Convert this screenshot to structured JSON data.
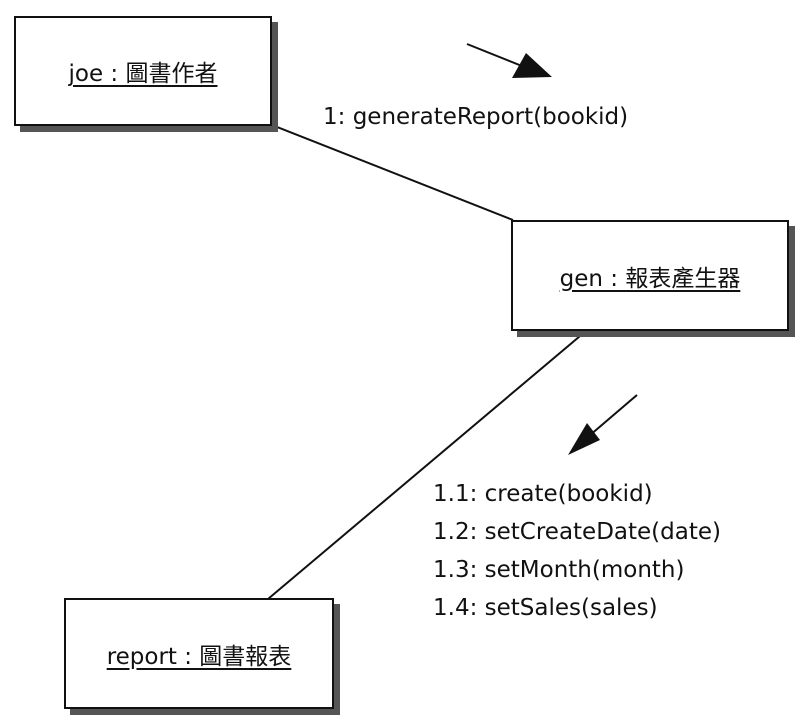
{
  "objects": {
    "joe": "joe : 圖書作者",
    "gen": "gen : 報表產生器",
    "report": "report : 圖書報表"
  },
  "messages": {
    "joe_to_gen": [
      "1: generateReport(bookid)"
    ],
    "gen_to_report": [
      "1.1: create(bookid)",
      "1.2: setCreateDate(date)",
      "1.3: setMonth(month)",
      "1.4: setSales(sales)"
    ]
  }
}
